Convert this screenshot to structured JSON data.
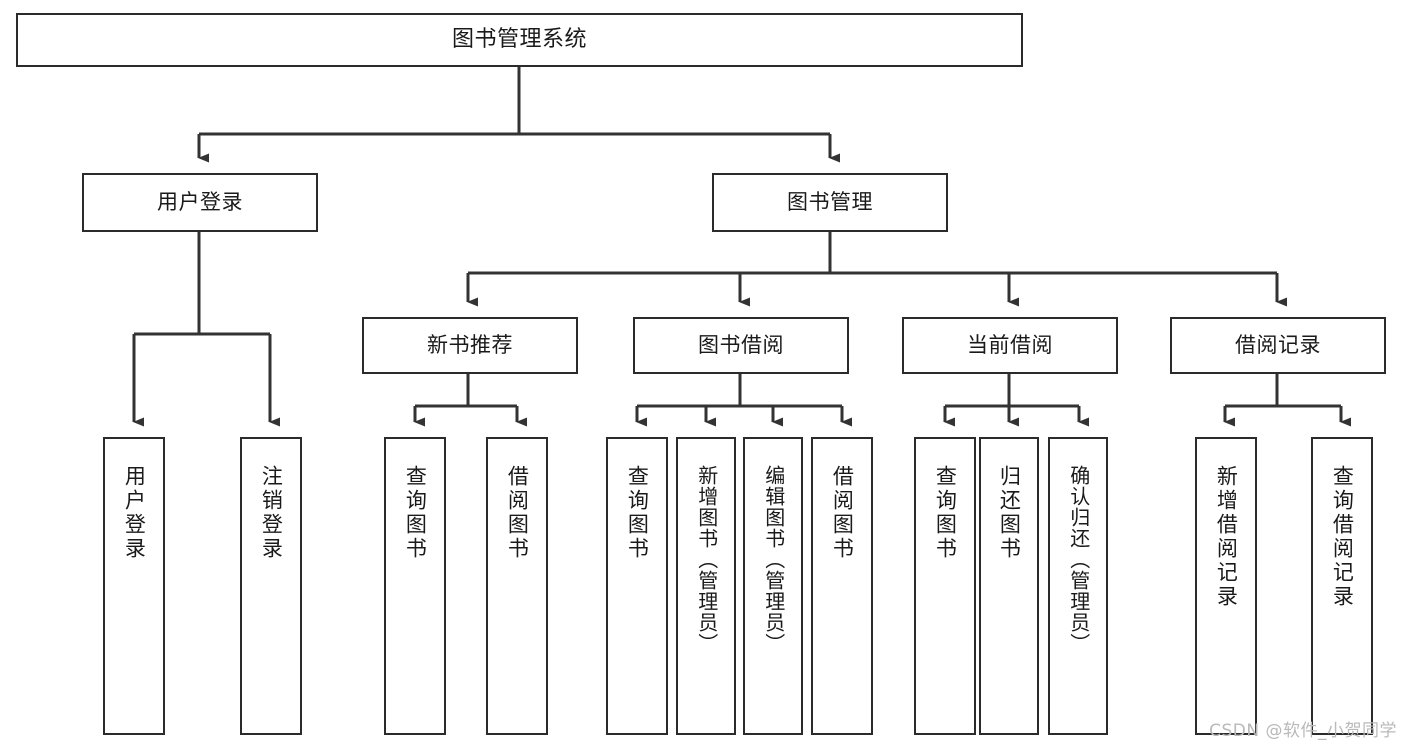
{
  "diagram": {
    "title": "图书管理系统",
    "type": "tree-hierarchy-functional-structure",
    "orientation": "top-down",
    "colors": {
      "node_border": "#2b2b2b",
      "node_fill": "#ffffff",
      "edge": "#333333",
      "text": "#1a1a1a",
      "watermark": "#b9b9b9",
      "background": "#ffffff"
    },
    "root": {
      "id": "root",
      "label": "图书管理系统"
    },
    "level1": [
      {
        "id": "user-login",
        "label": "用户登录"
      },
      {
        "id": "book-management",
        "label": "图书管理"
      }
    ],
    "level2": [
      {
        "id": "new-book-recommend",
        "label": "新书推荐",
        "parent": "book-management"
      },
      {
        "id": "book-borrow",
        "label": "图书借阅",
        "parent": "book-management"
      },
      {
        "id": "current-borrow",
        "label": "当前借阅",
        "parent": "book-management"
      },
      {
        "id": "borrow-record",
        "label": "借阅记录",
        "parent": "book-management"
      }
    ],
    "leaves": {
      "user-login": [
        {
          "id": "leaf-user-login",
          "label": "用户登录"
        },
        {
          "id": "leaf-logout-login",
          "label": "注销登录"
        }
      ],
      "new-book-recommend": [
        {
          "id": "leaf-query-book-1",
          "label": "查询图书"
        },
        {
          "id": "leaf-borrow-book-1",
          "label": "借阅图书"
        }
      ],
      "book-borrow": [
        {
          "id": "leaf-query-book-2",
          "label": "查询图书"
        },
        {
          "id": "leaf-add-book",
          "label": "新增图书（管理员）"
        },
        {
          "id": "leaf-edit-book",
          "label": "编辑图书（管理员）"
        },
        {
          "id": "leaf-borrow-book-2",
          "label": "借阅图书"
        }
      ],
      "current-borrow": [
        {
          "id": "leaf-query-book-3",
          "label": "查询图书"
        },
        {
          "id": "leaf-return-book",
          "label": "归还图书"
        },
        {
          "id": "leaf-confirm-return",
          "label": "确认归还（管理员）"
        }
      ],
      "borrow-record": [
        {
          "id": "leaf-add-record",
          "label": "新增借阅记录"
        },
        {
          "id": "leaf-query-record",
          "label": "查询借阅记录"
        }
      ]
    }
  },
  "watermark": {
    "text": "CSDN @软件_小贺同学"
  }
}
